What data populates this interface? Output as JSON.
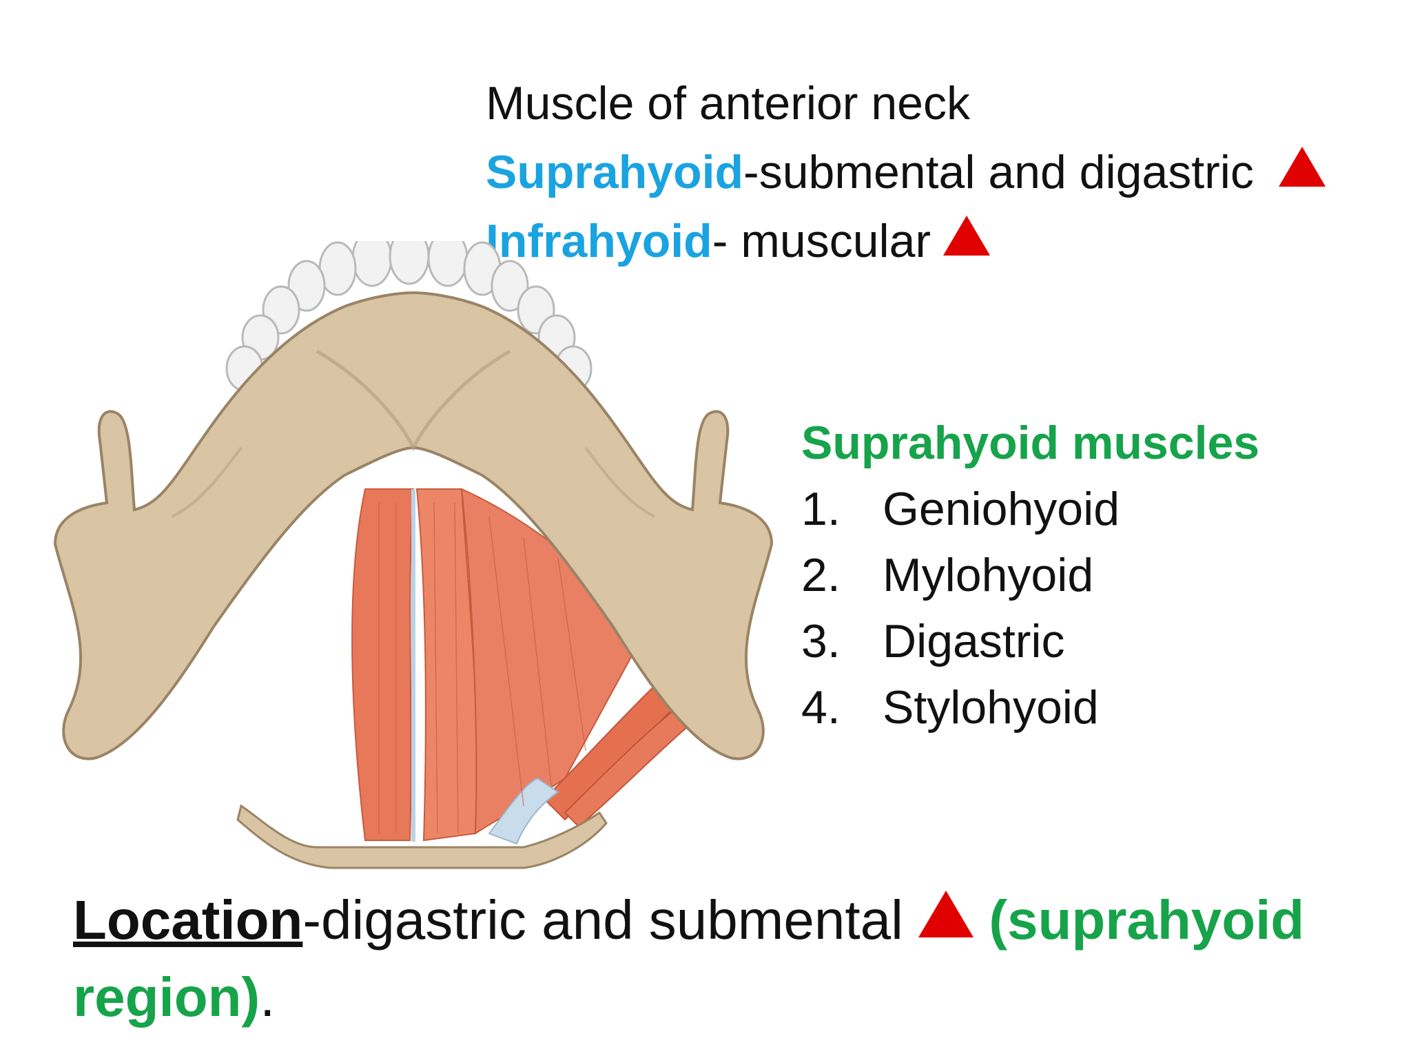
{
  "heading": {
    "line1": "Muscle of anterior neck",
    "line2": {
      "term": "Suprahyoid",
      "text": "-submental and digastric"
    },
    "line3": {
      "term": "Infrahyoid",
      "text": "- muscular"
    }
  },
  "suprahyoid_list": {
    "title": "Suprahyoid muscles",
    "items": [
      {
        "num": "1.",
        "label": "Geniohyoid"
      },
      {
        "num": "2.",
        "label": "Mylohyoid"
      },
      {
        "num": "3.",
        "label": "Digastric"
      },
      {
        "num": "4.",
        "label": "Stylohyoid"
      }
    ]
  },
  "location": {
    "label": "Location",
    "text": "-digastric and submental",
    "highlight_line1": "(suprahyoid",
    "highlight_line2": "region)",
    "end": "."
  },
  "colors": {
    "term_blue": "#1aa3e0",
    "heading_green": "#16a34a",
    "triangle_red": "#e00000",
    "bone": "#d9c4a3",
    "muscle": "#e8785a",
    "teeth": "#f2f2f2"
  },
  "icons": {
    "marker": "red-triangle-icon"
  }
}
